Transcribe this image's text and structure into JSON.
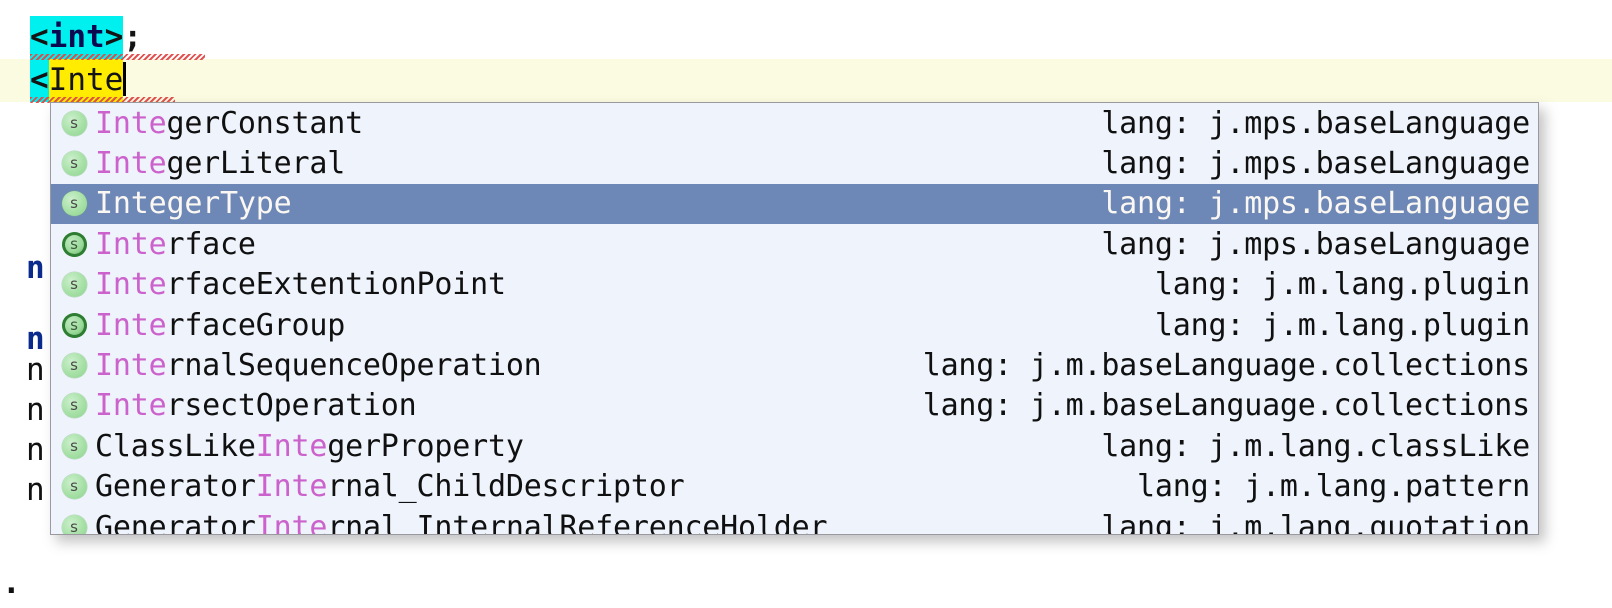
{
  "editor": {
    "line1": {
      "highlighted_open": "<",
      "keyword": "int",
      "highlighted_close": ">",
      "tail": ";"
    },
    "line2": {
      "highlighted_open": "<",
      "typed_text": "Inte"
    },
    "ghost_chars": [
      "n",
      "n",
      "n",
      "n",
      "n",
      "n"
    ],
    "trailing_char": ".",
    "colors": {
      "selection_cyan": "#00f0f0",
      "typed_yellow": "#ffec00",
      "current_line": "#fbfbe1",
      "keyword_blue": "#0a0a50",
      "error_squiggle": "#e04a4a"
    }
  },
  "completion_popup": {
    "name": "code-completion-popup",
    "selected_index": 2,
    "colors": {
      "background": "#eef3fc",
      "selected_row": "#6d88b6",
      "match_prefix": "#cc62cc",
      "icon_green": "#a6e0a6",
      "border": "#9a9a9e"
    },
    "items": [
      {
        "prefix": "Inte",
        "rest": "gerConstant",
        "match_at": "start",
        "lang": "lang: j.mps.baseLanguage",
        "icon": "concept-s-icon",
        "ringed": false
      },
      {
        "prefix": "Inte",
        "rest": "gerLiteral",
        "match_at": "start",
        "lang": "lang: j.mps.baseLanguage",
        "icon": "concept-s-icon",
        "ringed": false
      },
      {
        "prefix": "Inte",
        "rest": "gerType",
        "match_at": "start",
        "lang": "lang: j.mps.baseLanguage",
        "icon": "concept-s-icon",
        "ringed": false
      },
      {
        "prefix": "Inte",
        "rest": "rface",
        "match_at": "start",
        "lang": "lang: j.mps.baseLanguage",
        "icon": "interface-s-icon",
        "ringed": true
      },
      {
        "prefix": "Inte",
        "rest": "rfaceExtentionPoint",
        "match_at": "start",
        "lang": "lang: j.m.lang.plugin",
        "icon": "concept-s-icon",
        "ringed": false
      },
      {
        "prefix": "Inte",
        "rest": "rfaceGroup",
        "match_at": "start",
        "lang": "lang: j.m.lang.plugin",
        "icon": "interface-s-icon",
        "ringed": true
      },
      {
        "prefix": "Inte",
        "rest": "rnalSequenceOperation",
        "match_at": "start",
        "lang": "lang: j.m.baseLanguage.collections",
        "icon": "concept-s-icon",
        "ringed": false
      },
      {
        "prefix": "Inte",
        "rest": "rsectOperation",
        "match_at": "start",
        "lang": "lang: j.m.baseLanguage.collections",
        "icon": "concept-s-icon",
        "ringed": false
      },
      {
        "head": "ClassLike",
        "prefix": "Inte",
        "rest": "gerProperty",
        "match_at": "middle",
        "lang": "lang: j.m.lang.classLike",
        "icon": "concept-s-icon",
        "ringed": false
      },
      {
        "head": "Generator",
        "prefix": "Inte",
        "rest": "rnal_ChildDescriptor",
        "match_at": "middle",
        "lang": "lang: j.m.lang.pattern",
        "icon": "concept-s-icon",
        "ringed": false
      },
      {
        "head": "Generator",
        "prefix": "Inte",
        "rest": "rnal_InternalReferenceHolder",
        "match_at": "middle",
        "lang": "lang: j.m.lang.quotation",
        "icon": "concept-s-icon",
        "ringed": false
      }
    ]
  }
}
